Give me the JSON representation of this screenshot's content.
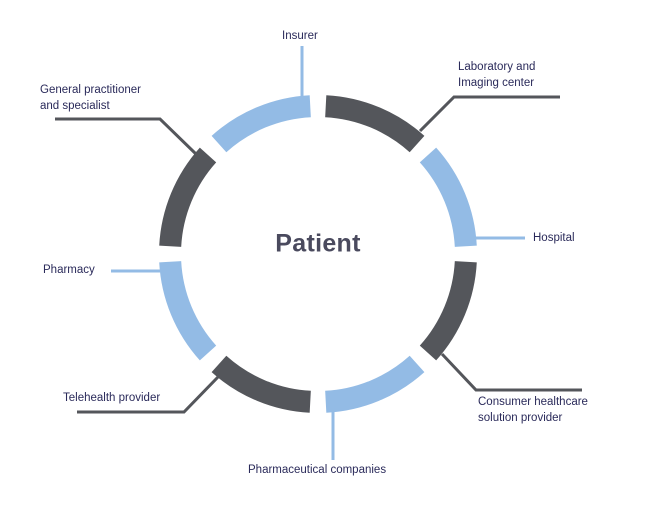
{
  "center_label": "Patient",
  "colors": {
    "light": "#93bbe5",
    "dark": "#54565b",
    "text": "#2a2a5a"
  },
  "nodes": [
    {
      "id": "insurer",
      "label": "Insurer",
      "tone": "light"
    },
    {
      "id": "lab",
      "label": "Laboratory and Imaging center",
      "line1": "Laboratory and",
      "line2": "Imaging center",
      "tone": "dark"
    },
    {
      "id": "hospital",
      "label": "Hospital",
      "tone": "light"
    },
    {
      "id": "consumer",
      "label": "Consumer healthcare solution provider",
      "line1": "Consumer healthcare",
      "line2": "solution provider",
      "tone": "dark"
    },
    {
      "id": "pharma",
      "label": "Pharmaceutical companies",
      "tone": "light"
    },
    {
      "id": "telehealth",
      "label": "Telehealth provider",
      "tone": "dark"
    },
    {
      "id": "pharmacy",
      "label": "Pharmacy",
      "tone": "light"
    },
    {
      "id": "gp",
      "label": "General practitioner and specialist",
      "line1": "General practitioner",
      "line2": "and specialist",
      "tone": "dark"
    }
  ]
}
